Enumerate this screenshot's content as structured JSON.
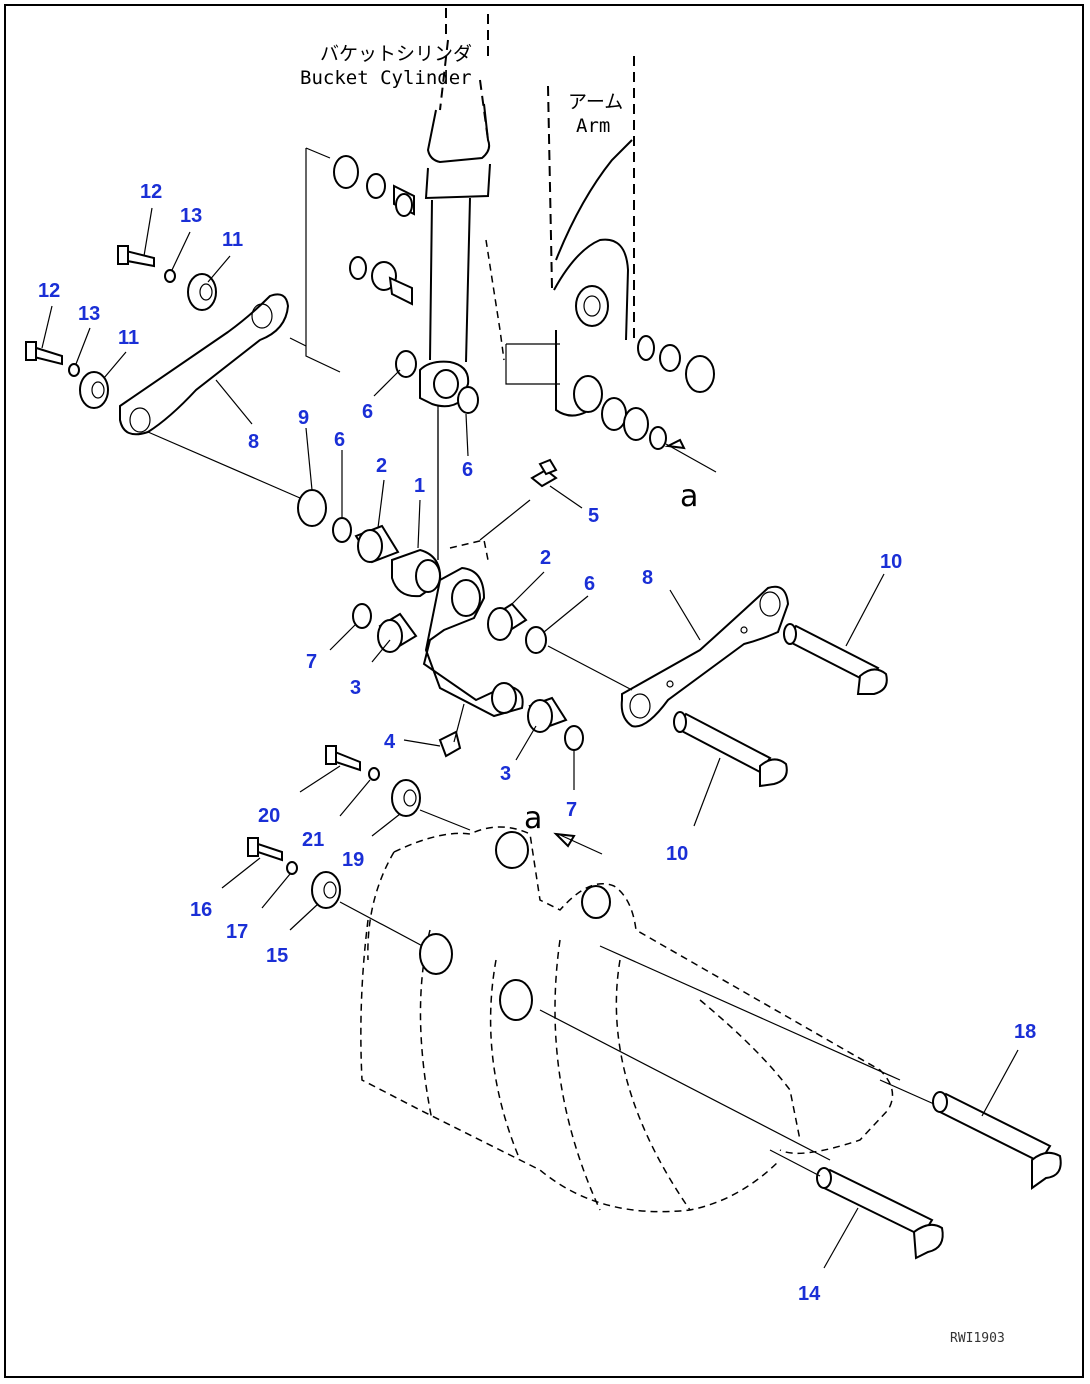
{
  "labels": {
    "bucket_cylinder_jp": "バケットシリンダ",
    "bucket_cylinder_en": "Bucket Cylinder",
    "arm_jp": "アーム",
    "arm_en": "Arm",
    "view_mark_top": "a",
    "view_mark_bottom": "a",
    "drawing_code": "RWI1903"
  },
  "callouts": [
    {
      "id": "c12a",
      "text": "12"
    },
    {
      "id": "c13a",
      "text": "13"
    },
    {
      "id": "c11a",
      "text": "11"
    },
    {
      "id": "c12b",
      "text": "12"
    },
    {
      "id": "c13b",
      "text": "13"
    },
    {
      "id": "c11b",
      "text": "11"
    },
    {
      "id": "c8a",
      "text": "8"
    },
    {
      "id": "c9",
      "text": "9"
    },
    {
      "id": "c6a",
      "text": "6"
    },
    {
      "id": "c6b",
      "text": "6"
    },
    {
      "id": "c6c",
      "text": "6"
    },
    {
      "id": "c2a",
      "text": "2"
    },
    {
      "id": "c1",
      "text": "1"
    },
    {
      "id": "c5",
      "text": "5"
    },
    {
      "id": "c2b",
      "text": "2"
    },
    {
      "id": "c6d",
      "text": "6"
    },
    {
      "id": "c8b",
      "text": "8"
    },
    {
      "id": "c10a",
      "text": "10"
    },
    {
      "id": "c7a",
      "text": "7"
    },
    {
      "id": "c3a",
      "text": "3"
    },
    {
      "id": "c4",
      "text": "4"
    },
    {
      "id": "c3b",
      "text": "3"
    },
    {
      "id": "c7b",
      "text": "7"
    },
    {
      "id": "c10b",
      "text": "10"
    },
    {
      "id": "c20",
      "text": "20"
    },
    {
      "id": "c21",
      "text": "21"
    },
    {
      "id": "c19",
      "text": "19"
    },
    {
      "id": "c16",
      "text": "16"
    },
    {
      "id": "c17",
      "text": "17"
    },
    {
      "id": "c15",
      "text": "15"
    },
    {
      "id": "c18",
      "text": "18"
    },
    {
      "id": "c14",
      "text": "14"
    }
  ]
}
